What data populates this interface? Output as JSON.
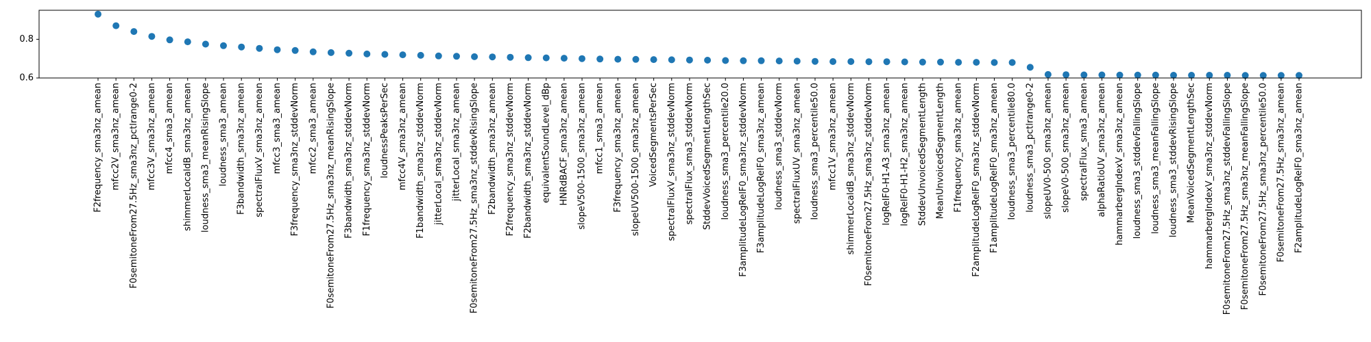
{
  "chart_data": {
    "type": "scatter",
    "title": "",
    "xlabel": "",
    "ylabel": "",
    "ylim": [
      0.6,
      0.95
    ],
    "y_ticks": [
      "0.6",
      "0.8"
    ],
    "y_tick_values": [
      0.6,
      0.8
    ],
    "grid": false,
    "marker_color": "#1f77b4",
    "categories": [
      "F2frequency_sma3nz_amean",
      "mfcc2V_sma3nz_amean",
      "F0semitoneFrom27.5Hz_sma3nz_pctlrange0-2",
      "mfcc3V_sma3nz_amean",
      "mfcc4_sma3_amean",
      "shimmerLocaldB_sma3nz_amean",
      "loudness_sma3_meanRisingSlope",
      "loudness_sma3_amean",
      "F3bandwidth_sma3nz_amean",
      "spectralFluxV_sma3nz_amean",
      "mfcc3_sma3_amean",
      "F3frequency_sma3nz_stddevNorm",
      "mfcc2_sma3_amean",
      "F0semitoneFrom27.5Hz_sma3nz_meanRisingSlope",
      "F3bandwidth_sma3nz_stddevNorm",
      "F1frequency_sma3nz_stddevNorm",
      "loudnessPeaksPerSec",
      "mfcc4V_sma3nz_amean",
      "F1bandwidth_sma3nz_stddevNorm",
      "jitterLocal_sma3nz_stddevNorm",
      "jitterLocal_sma3nz_amean",
      "F0semitoneFrom27.5Hz_sma3nz_stddevRisingSlope",
      "F2bandwidth_sma3nz_amean",
      "F2frequency_sma3nz_stddevNorm",
      "F2bandwidth_sma3nz_stddevNorm",
      "equivalentSoundLevel_dBp",
      "HNRdBACF_sma3nz_amean",
      "slopeV500-1500_sma3nz_amean",
      "mfcc1_sma3_amean",
      "F3frequency_sma3nz_amean",
      "slopeUV500-1500_sma3nz_amean",
      "VoicedSegmentsPerSec",
      "spectralFluxV_sma3nz_stddevNorm",
      "spectralFlux_sma3_stddevNorm",
      "StddevVoicedSegmentLengthSec",
      "loudness_sma3_percentile20.0",
      "F3amplitudeLogRelF0_sma3nz_stddevNorm",
      "F3amplitudeLogRelF0_sma3nz_amean",
      "loudness_sma3_stddevNorm",
      "spectralFluxUV_sma3nz_amean",
      "loudness_sma3_percentile50.0",
      "mfcc1V_sma3nz_amean",
      "shimmerLocaldB_sma3nz_stddevNorm",
      "F0semitoneFrom27.5Hz_sma3nz_stddevNorm",
      "logRelF0-H1-A3_sma3nz_amean",
      "logRelF0-H1-H2_sma3nz_amean",
      "StddevUnvoicedSegmentLength",
      "MeanUnvoicedSegmentLength",
      "F1frequency_sma3nz_amean",
      "F2amplitudeLogRelF0_sma3nz_stddevNorm",
      "F1amplitudeLogRelF0_sma3nz_amean",
      "loudness_sma3_percentile80.0",
      "loudness_sma3_pctlrange0-2",
      "slopeUV0-500_sma3nz_amean",
      "slopeV0-500_sma3nz_amean",
      "spectralFlux_sma3_amean",
      "alphaRatioUV_sma3nz_amean",
      "hammarbergIndexV_sma3nz_amean",
      "loudness_sma3_stddevFallingSlope",
      "loudness_sma3_meanFallingSlope",
      "loudness_sma3_stddevRisingSlope",
      "MeanVoicedSegmentLengthSec",
      "hammarbergIndexV_sma3nz_stddevNorm",
      "F0semitoneFrom27.5Hz_sma3nz_stddevFallingSlope",
      "F0semitoneFrom27.5Hz_sma3nz_meanFallingSlope",
      "F0semitoneFrom27.5Hz_sma3nz_percentile50.0",
      "F0semitoneFrom27.5Hz_sma3nz_amean",
      "F2amplitudeLogRelF0_sma3nz_amean"
    ],
    "values": [
      0.93,
      0.87,
      0.84,
      0.815,
      0.797,
      0.787,
      0.775,
      0.767,
      0.76,
      0.753,
      0.746,
      0.742,
      0.735,
      0.731,
      0.728,
      0.724,
      0.722,
      0.72,
      0.717,
      0.714,
      0.712,
      0.71,
      0.709,
      0.707,
      0.705,
      0.704,
      0.702,
      0.7,
      0.698,
      0.697,
      0.696,
      0.695,
      0.694,
      0.693,
      0.692,
      0.69,
      0.689,
      0.689,
      0.688,
      0.687,
      0.686,
      0.685,
      0.685,
      0.684,
      0.684,
      0.683,
      0.682,
      0.682,
      0.681,
      0.681,
      0.68,
      0.68,
      0.655,
      0.618,
      0.617,
      0.616,
      0.616,
      0.615,
      0.615,
      0.615,
      0.614,
      0.614,
      0.614,
      0.614,
      0.613,
      0.613,
      0.613,
      0.613
    ]
  }
}
